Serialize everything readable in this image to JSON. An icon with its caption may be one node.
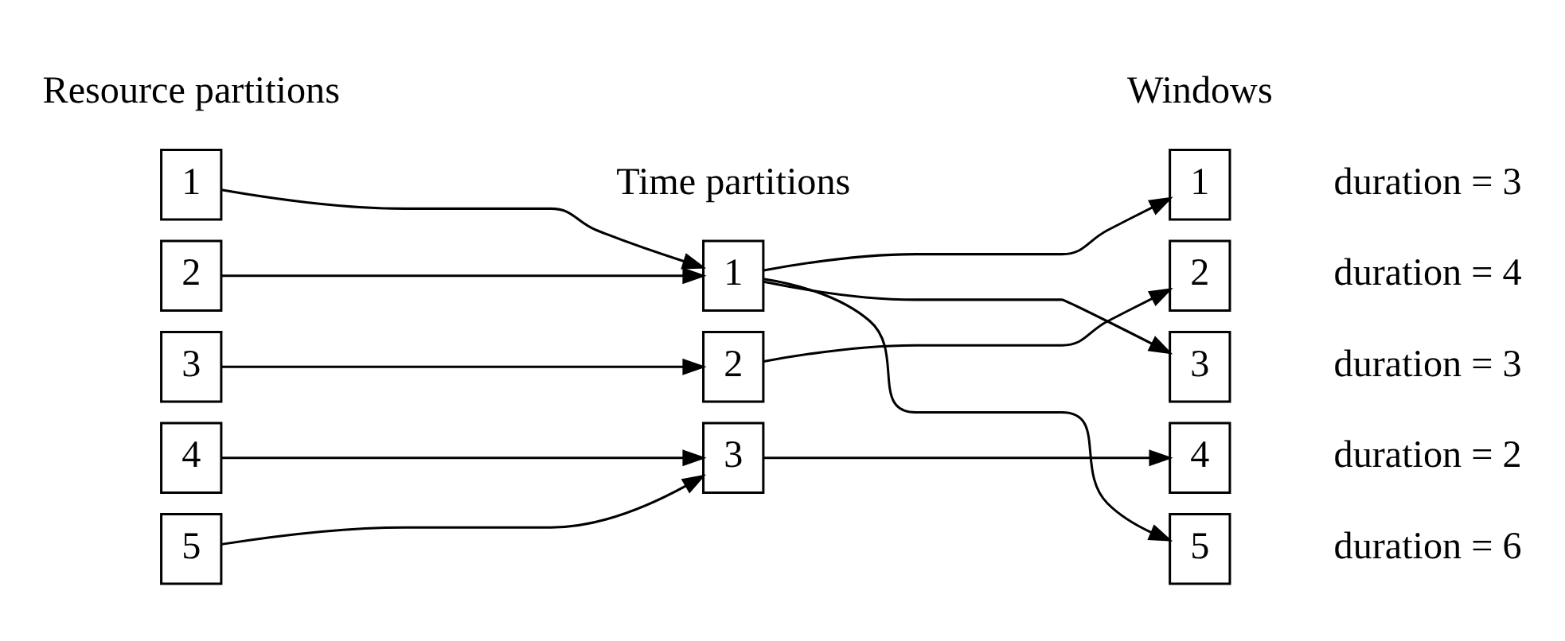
{
  "diagram": {
    "nodes": [
      {
        "text": [
          "1"
        ]
      },
      {
        "text": [
          "2"
        ]
      },
      {
        "text": [
          "3"
        ]
      },
      {
        "text": [
          "4"
        ]
      },
      {
        "text": [
          "5"
        ]
      },
      {
        "text": [
          "1"
        ]
      },
      {
        "text": [
          "2"
        ]
      },
      {
        "text": [
          "3"
        ]
      },
      {
        "text": [
          "1"
        ],
        "beside": [
          "duration = 3"
        ]
      },
      {
        "text": [
          "2"
        ],
        "beside": [
          "duration = 4"
        ]
      },
      {
        "text": [
          "3"
        ],
        "beside": [
          "duration = 3"
        ]
      },
      {
        "text": [
          "4"
        ],
        "beside": [
          "duration = 2"
        ]
      },
      {
        "text": [
          "5"
        ],
        "beside": [
          "duration = 6"
        ]
      }
    ],
    "edges": [
      {
        "from": 0,
        "to": 5,
        "arrow": "to"
      },
      {
        "from": 1,
        "to": 5,
        "arrow": "to"
      },
      {
        "from": 2,
        "to": 6,
        "arrow": "to"
      },
      {
        "from": 3,
        "to": 7,
        "arrow": "to"
      },
      {
        "from": 4,
        "to": 7,
        "arrow": "to"
      },
      {
        "from": 5,
        "to": 8,
        "arrow": "to"
      },
      {
        "from": 5,
        "to": 10,
        "arrow": "to"
      },
      {
        "from": 5,
        "to": 12,
        "arrow": "to"
      },
      {
        "from": 6,
        "to": 9,
        "arrow": "to"
      },
      {
        "from": 7,
        "to": 11,
        "arrow": "to"
      }
    ],
    "labels": [
      "Resource partitions",
      "Time partitions",
      "Windows"
    ]
  }
}
